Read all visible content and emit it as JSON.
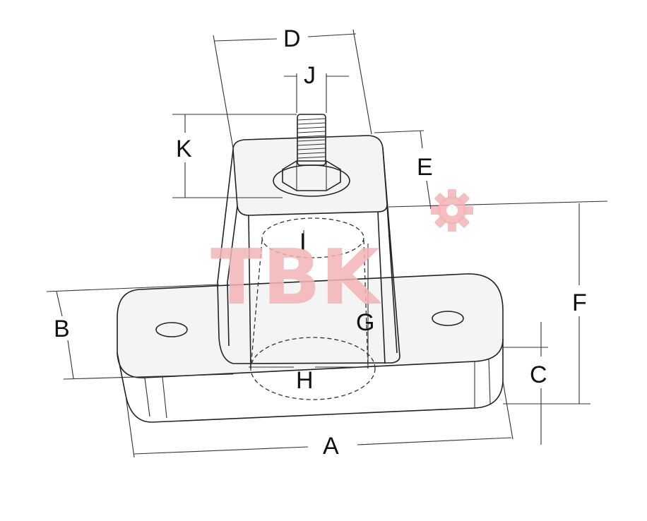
{
  "dimension_labels": {
    "a": "A",
    "b": "B",
    "c": "C",
    "d": "D",
    "e": "E",
    "f": "F",
    "g": "G",
    "h": "H",
    "i": "I",
    "j": "J",
    "k": "K"
  },
  "watermark": {
    "text": "TBK",
    "color": "#f3b4b6"
  },
  "colors": {
    "line": "#222222",
    "background": "#ffffff"
  }
}
